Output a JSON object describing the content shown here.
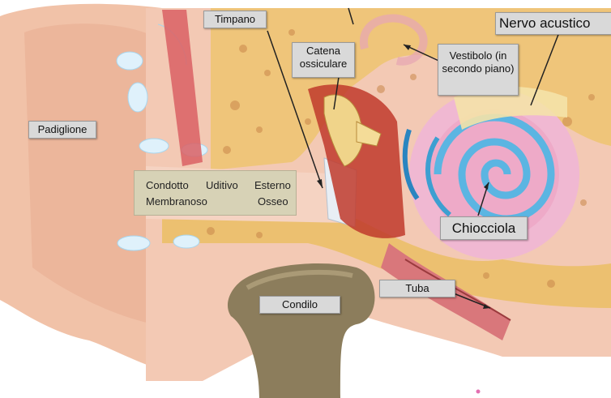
{
  "labels": {
    "timpano": "Timpano",
    "nervo_acustico": "Nervo acustico",
    "catena_ossiculare": "Catena ossiculare",
    "vestibolo": "Vestibolo (in secondo piano)",
    "padiglione": "Padiglione",
    "chiocciola": "Chiocciola",
    "tuba": "Tuba",
    "condilo": "Condilo"
  },
  "condotto": {
    "condotto": "Condotto",
    "uditivo": "Uditivo",
    "esterno": "Esterno",
    "membranoso": "Membranoso",
    "osseo": "Osseo"
  },
  "colors": {
    "skin": "#f1c2a8",
    "bone": "#efc57a",
    "cochlea": "#f0b8d2",
    "canal_blue": "#5bb5e2",
    "label_bg": "#d9d9d9",
    "condotto_bg": "#d7d2b6"
  }
}
